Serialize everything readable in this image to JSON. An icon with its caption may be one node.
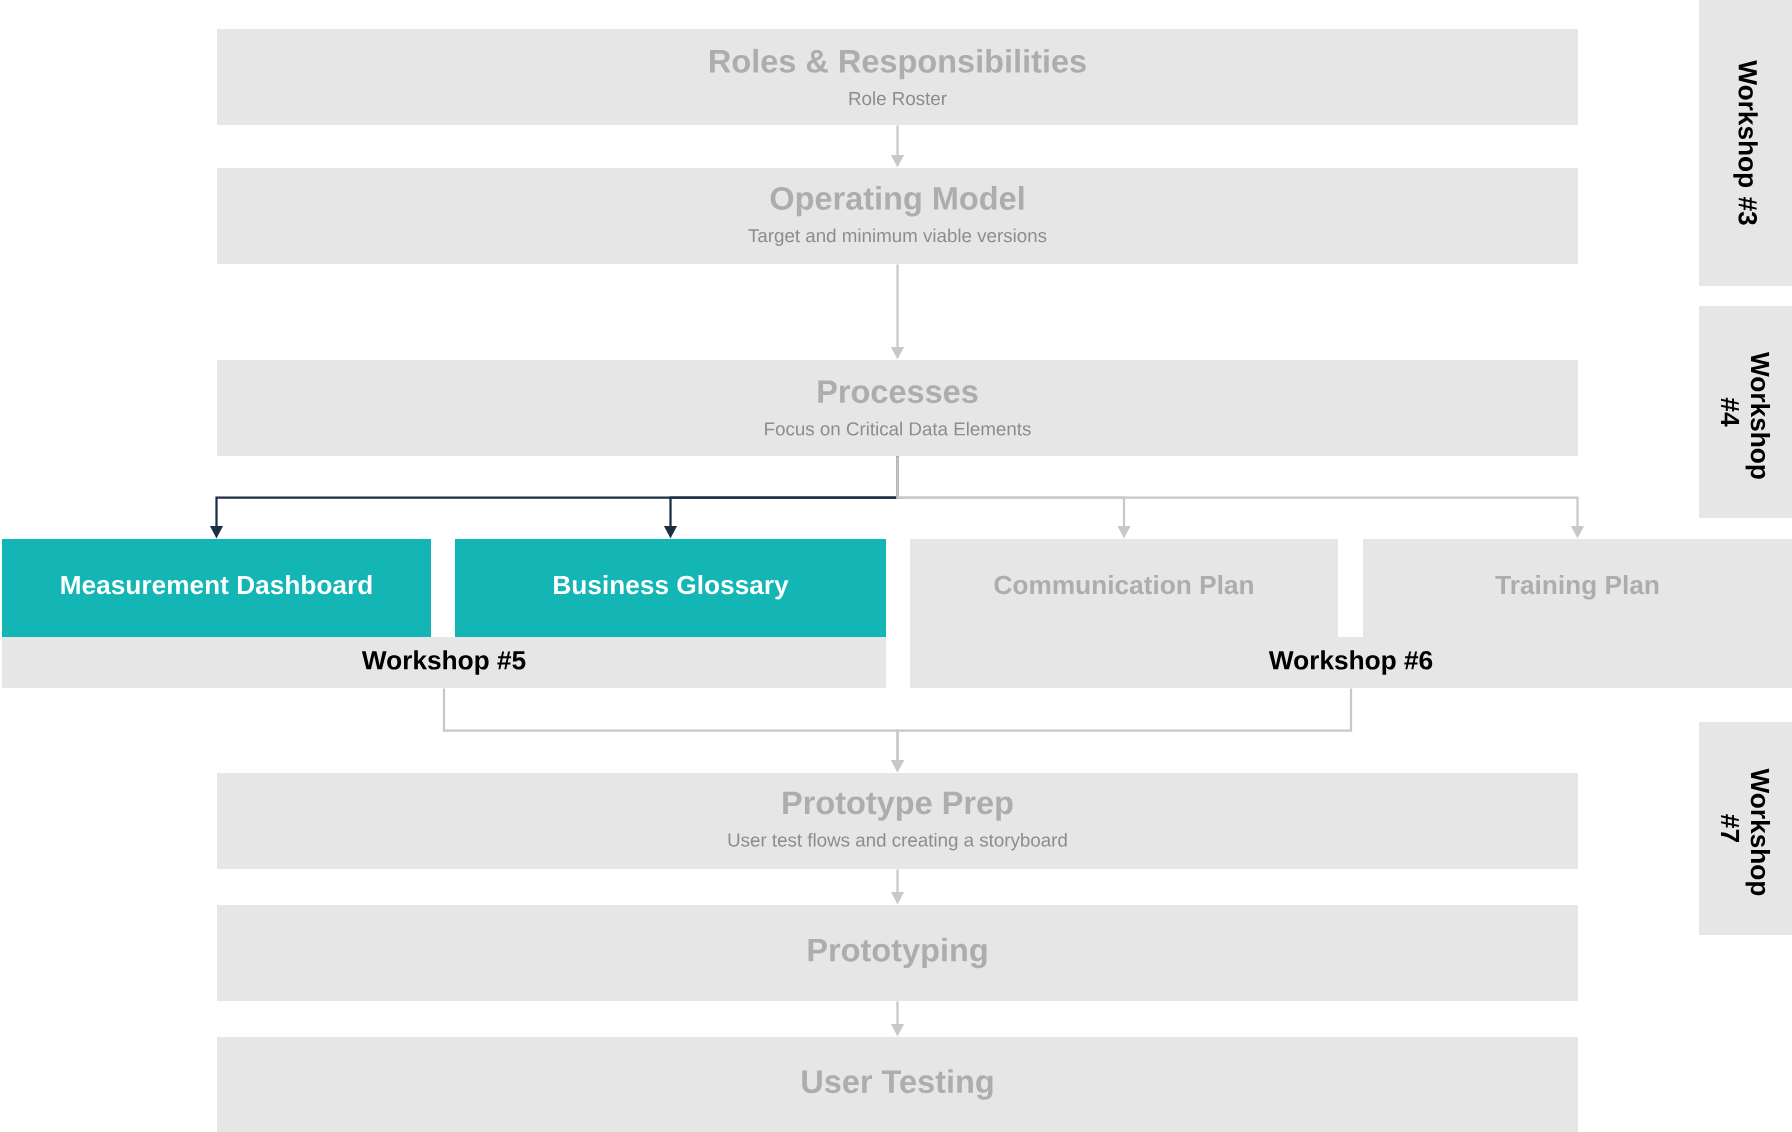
{
  "diagram": {
    "nodes": [
      {
        "text": [
          "Roles & Responsibilities",
          "Role Roster"
        ]
      },
      {
        "text": [
          "Operating Model",
          "Target and minimum viable versions"
        ]
      },
      {
        "text": [
          "Processes",
          "Focus on Critical Data Elements"
        ]
      },
      {
        "text": [
          "Measurement Dashboard"
        ]
      },
      {
        "text": [
          "Business Glossary"
        ]
      },
      {
        "text": [
          "Communication Plan"
        ]
      },
      {
        "text": [
          "Training Plan"
        ]
      },
      {
        "text": [
          "Workshop #5"
        ]
      },
      {
        "text": [
          "Workshop #6"
        ]
      },
      {
        "text": [
          "Prototype Prep",
          "User test flows and creating a storyboard"
        ]
      },
      {
        "text": [
          "Prototyping"
        ]
      },
      {
        "text": [
          "User Testing"
        ]
      },
      {
        "text": [
          "Workshop #3"
        ]
      },
      {
        "text": [
          "Workshop #4"
        ]
      },
      {
        "text": [
          "Workshop #7"
        ]
      }
    ],
    "edges": [
      {
        "from": 0,
        "to": 1,
        "arrow": "to"
      },
      {
        "from": 1,
        "to": 2,
        "arrow": "to"
      },
      {
        "from": 2,
        "to": 3,
        "arrow": "to",
        "color": "#1b2f45"
      },
      {
        "from": 2,
        "to": 4,
        "arrow": "to",
        "color": "#1b2f45"
      },
      {
        "from": 2,
        "to": 5,
        "arrow": "to"
      },
      {
        "from": 2,
        "to": 6,
        "arrow": "to"
      },
      {
        "from": 7,
        "to": 9,
        "arrow": "to"
      },
      {
        "from": 8,
        "to": 9,
        "arrow": "to"
      },
      {
        "from": 9,
        "to": 10,
        "arrow": "to"
      },
      {
        "from": 10,
        "to": 11,
        "arrow": "to"
      }
    ]
  }
}
